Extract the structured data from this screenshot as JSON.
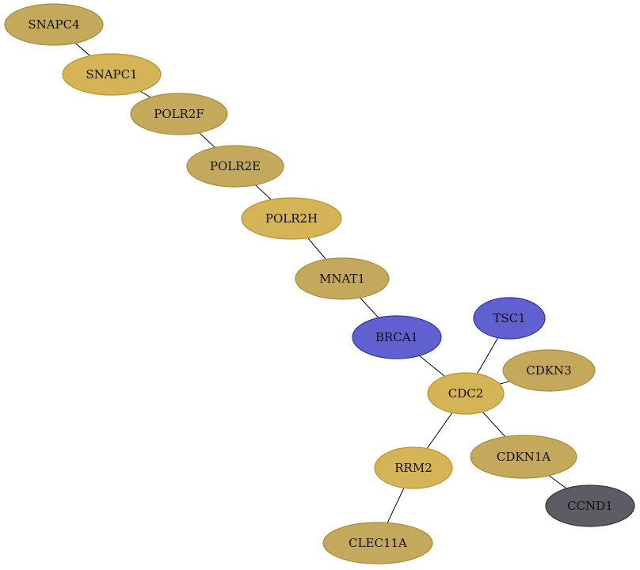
{
  "colors": {
    "gold": "#c4a85c",
    "gold_stroke": "#a68c3c",
    "light_gold": "#d4b456",
    "light_gold_stroke": "#b5962f",
    "blue": "#6060d0",
    "blue_stroke": "#3434a8",
    "gray": "#5c5c64",
    "gray_stroke": "#303038",
    "edge": "#000000"
  },
  "nodes": [
    {
      "id": "SNAPC4",
      "label": "SNAPC4",
      "fill": "gold"
    },
    {
      "id": "SNAPC1",
      "label": "SNAPC1",
      "fill": "light_gold"
    },
    {
      "id": "POLR2F",
      "label": "POLR2F",
      "fill": "gold"
    },
    {
      "id": "POLR2E",
      "label": "POLR2E",
      "fill": "gold"
    },
    {
      "id": "POLR2H",
      "label": "POLR2H",
      "fill": "light_gold"
    },
    {
      "id": "MNAT1",
      "label": "MNAT1",
      "fill": "gold"
    },
    {
      "id": "BRCA1",
      "label": "BRCA1",
      "fill": "blue"
    },
    {
      "id": "TSC1",
      "label": "TSC1",
      "fill": "blue"
    },
    {
      "id": "CDKN3",
      "label": "CDKN3",
      "fill": "gold"
    },
    {
      "id": "CDC2",
      "label": "CDC2",
      "fill": "light_gold"
    },
    {
      "id": "RRM2",
      "label": "RRM2",
      "fill": "light_gold"
    },
    {
      "id": "CDKN1A",
      "label": "CDKN1A",
      "fill": "gold"
    },
    {
      "id": "CCND1",
      "label": "CCND1",
      "fill": "gray"
    },
    {
      "id": "CLEC11A",
      "label": "CLEC11A",
      "fill": "gold"
    }
  ],
  "edges": [
    [
      "SNAPC4",
      "SNAPC1"
    ],
    [
      "SNAPC1",
      "POLR2F"
    ],
    [
      "POLR2F",
      "POLR2E"
    ],
    [
      "POLR2E",
      "POLR2H"
    ],
    [
      "POLR2H",
      "MNAT1"
    ],
    [
      "MNAT1",
      "BRCA1"
    ],
    [
      "BRCA1",
      "CDC2"
    ],
    [
      "TSC1",
      "CDC2"
    ],
    [
      "CDKN3",
      "CDC2"
    ],
    [
      "CDC2",
      "RRM2"
    ],
    [
      "CDC2",
      "CDKN1A"
    ],
    [
      "CDKN1A",
      "CCND1"
    ],
    [
      "RRM2",
      "CLEC11A"
    ]
  ]
}
